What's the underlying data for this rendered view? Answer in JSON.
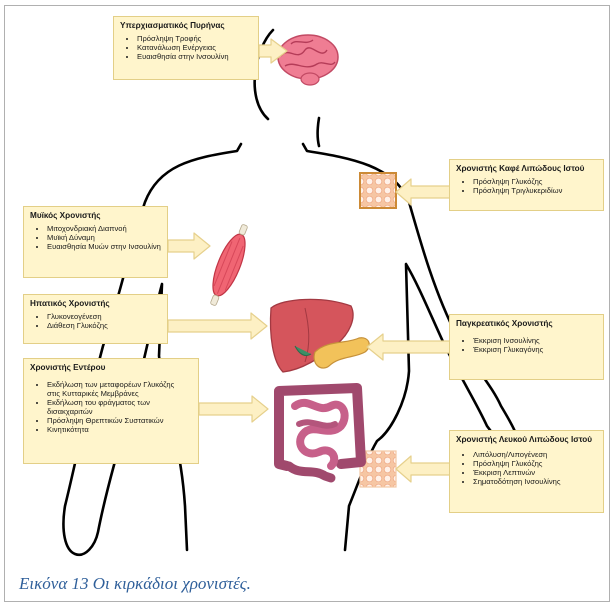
{
  "boxes": {
    "scn": {
      "title": "Υπερχιασματικός Πυρήνας",
      "items": [
        "Πρόσληψη Τροφής",
        "Κατανάλωση Ενέργειας",
        "Ευαισθησία στην Ινσουλίνη"
      ]
    },
    "bat": {
      "title": "Χρονιστής Καφέ Λιπώδους Ιστού",
      "items": [
        "Πρόσληψη Γλυκόζης",
        "Πρόσληψη Τριγλυκεριδίων"
      ]
    },
    "muscle": {
      "title": "Μυϊκός Χρονιστής",
      "items": [
        "Μιτοχονδριακή Διαπνοή",
        "Μυϊκή Δύναμη",
        "Ευαισθησία Μυών στην Ινσουλίνη"
      ]
    },
    "liver": {
      "title": "Ηπατικός Χρονιστής",
      "items": [
        "Γλυκονεογένεση",
        "Διάθεση Γλυκόζης"
      ]
    },
    "pancreas": {
      "title": "Παγκρεατικός Χρονιστής",
      "items": [
        "Έκκριση Ινσουλίνης",
        "Έκκριση Γλυκαγόνης"
      ]
    },
    "intestine": {
      "title": "Χρονιστής Εντέρου",
      "items": [
        "Εκδήλωση των μεταφορέων Γλυκόζης στις Κυτταρικές Μεμβράνες",
        "Εκδήλωση του φράγματος των δισακχαριτών",
        "Πρόσληψη Θρεπτικών Συστατικών",
        "Κινητικότητα"
      ]
    },
    "wat": {
      "title": "Χρονιστής Λευκού Λιπώδους Ιστού",
      "items": [
        "Λιπόλυση/Λιπογένεση",
        "Πρόσληψη Γλυκόζης",
        "Έκκριση Λεπτινών",
        "Σηματοδότηση Ινσουλίνης"
      ]
    }
  },
  "caption": "Εικόνα 13 Οι κιρκάδιοι χρονιστές.",
  "colors": {
    "box_fill": "#fff5cc",
    "box_border": "#e3cf87",
    "arrow_fill": "#fdf0c4",
    "arrow_stroke": "#e6d08c",
    "brain": "#ef7d93",
    "caption": "#2f5f9a"
  },
  "icons": [
    "body-silhouette",
    "brain-icon",
    "muscle-icon",
    "liver-icon",
    "pancreas-icon",
    "intestine-icon",
    "brown-fat-icon",
    "white-fat-icon"
  ]
}
